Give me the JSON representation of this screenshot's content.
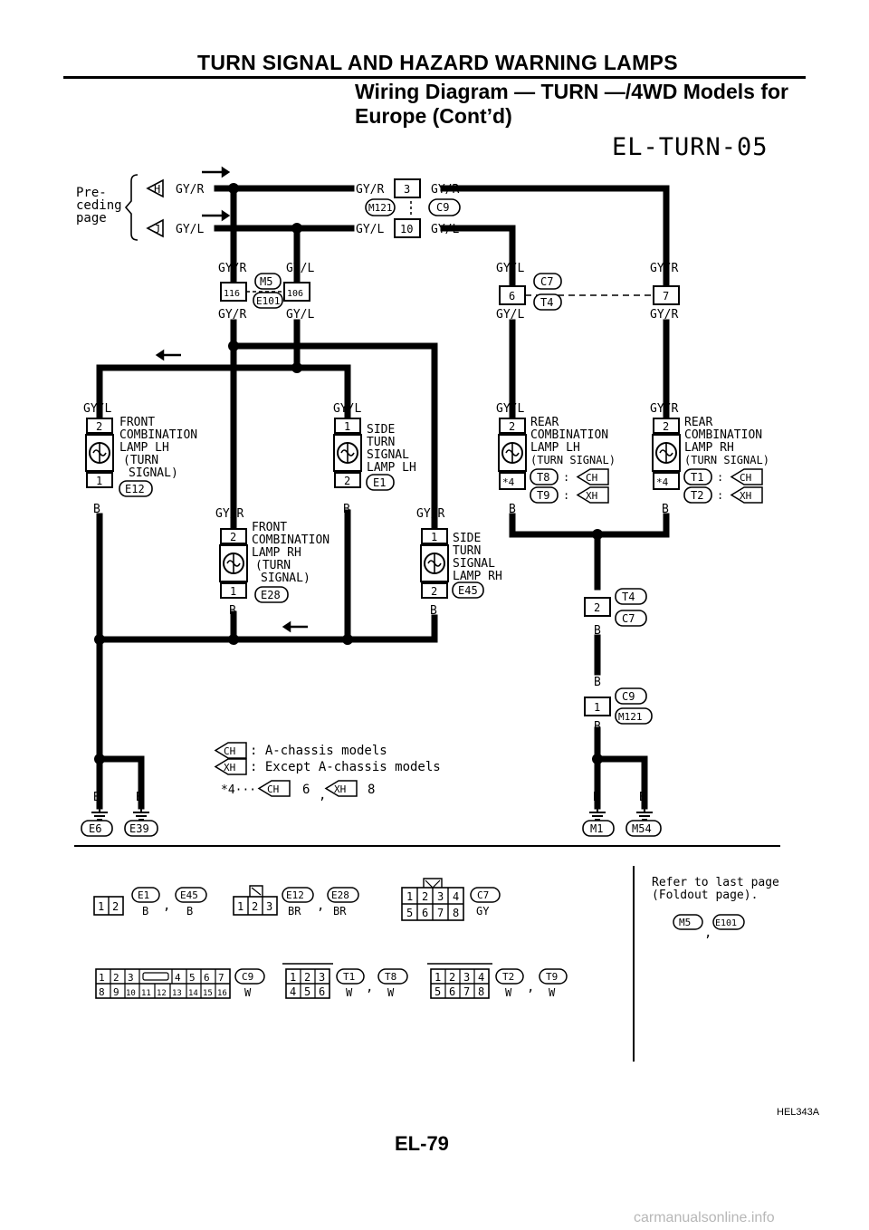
{
  "header": {
    "title": "TURN SIGNAL AND HAZARD WARNING LAMPS",
    "subtitle_line1": "Wiring Diagram — TURN —/4WD Models for",
    "subtitle_line2": "Europe (Cont’d)"
  },
  "diagram_id": "EL-TURN-05",
  "preceding": {
    "line1": "Pre-",
    "line2": "ceding",
    "line3": "page",
    "h": "H",
    "j": "J"
  },
  "wires": {
    "gyr": "GY/R",
    "gyl": "GY/L",
    "b": "B"
  },
  "connectors": {
    "c9": "C9",
    "m121": "M121",
    "m5": "M5",
    "e101": "E101",
    "c7": "C7",
    "t4": "T4",
    "pin3": "3",
    "pin10": "10",
    "pin116": "116",
    "pin106": "106",
    "pin6": "6",
    "pin7": "7"
  },
  "components": {
    "front_lh": {
      "l1": "FRONT",
      "l2": "COMBINATION",
      "l3": "LAMP LH",
      "l4": "(TURN",
      "l5": "SIGNAL)",
      "conn": "E12"
    },
    "side_lh": {
      "l1": "SIDE",
      "l2": "TURN",
      "l3": "SIGNAL",
      "l4": "LAMP LH",
      "conn": "E1"
    },
    "front_rh": {
      "l1": "FRONT",
      "l2": "COMBINATION",
      "l3": "LAMP RH",
      "l4": "(TURN",
      "l5": "SIGNAL)",
      "conn": "E28"
    },
    "side_rh": {
      "l1": "SIDE",
      "l2": "TURN",
      "l3": "SIGNAL",
      "l4": "LAMP RH",
      "conn": "E45"
    },
    "rear_lh": {
      "l1": "REAR",
      "l2": "COMBINATION",
      "l3": "LAMP LH",
      "l4": "(TURN SIGNAL)",
      "c1": "T8",
      "c1m": "CH",
      "c2": "T9",
      "c2m": "XH"
    },
    "rear_rh": {
      "l1": "REAR",
      "l2": "COMBINATION",
      "l3": "LAMP RH",
      "l4": "(TURN SIGNAL)",
      "c1": "T1",
      "c1m": "CH",
      "c2": "T2",
      "c2m": "XH"
    }
  },
  "pins": {
    "p1": "1",
    "p2": "2",
    "p4x": "*4"
  },
  "ground_path": {
    "t4": "T4",
    "c7": "C7",
    "c9": "C9",
    "m121": "M121",
    "pin2": "2",
    "pin1": "1"
  },
  "grounds": [
    "E6",
    "E39",
    "M1",
    "M54"
  ],
  "legend": {
    "ch_mark": "CH",
    "ch_text": ": A-chassis models",
    "xh_mark": "XH",
    "xh_text": ": Except A-chassis models",
    "note_prefix": "*4···",
    "note_ch": "6",
    "note_sep": ",",
    "note_xh": "8"
  },
  "connector_views": {
    "v1": {
      "pins": [
        "1",
        "2"
      ],
      "codes": "E1 , E45",
      "c1": "E1",
      "c2": "E45",
      "col1": "B",
      "col2": "B"
    },
    "v2": {
      "pins": [
        "1",
        "2",
        "3"
      ],
      "c1": "E12",
      "c2": "E28",
      "col1": "BR",
      "col2": "BR"
    },
    "v3": {
      "top": [
        "1",
        "2",
        "3",
        "4"
      ],
      "bottom": [
        "5",
        "6",
        "7",
        "8"
      ],
      "c1": "C7",
      "col1": "GY"
    },
    "v4": {
      "top": [
        "1",
        "2",
        "3",
        "",
        "4",
        "5",
        "6",
        "7"
      ],
      "bottom": [
        "8",
        "9",
        "10",
        "11",
        "12",
        "13",
        "14",
        "15",
        "16"
      ],
      "c1": "C9",
      "col1": "W"
    },
    "v5": {
      "top": [
        "1",
        "2",
        "3"
      ],
      "bottom": [
        "4",
        "5",
        "6"
      ],
      "c1": "T1",
      "c2": "T8",
      "col1": "W",
      "col2": "W"
    },
    "v6": {
      "top": [
        "1",
        "2",
        "3",
        "4"
      ],
      "bottom": [
        "5",
        "6",
        "7",
        "8"
      ],
      "c1": "T2",
      "c2": "T9",
      "col1": "W",
      "col2": "W"
    },
    "refer": {
      "l1": "Refer to last page",
      "l2": "(Foldout page).",
      "c1": "M5",
      "c2": "E101"
    }
  },
  "ref_code": "HEL343A",
  "page_number": "EL-79",
  "watermark": "carmanualsonline.info"
}
